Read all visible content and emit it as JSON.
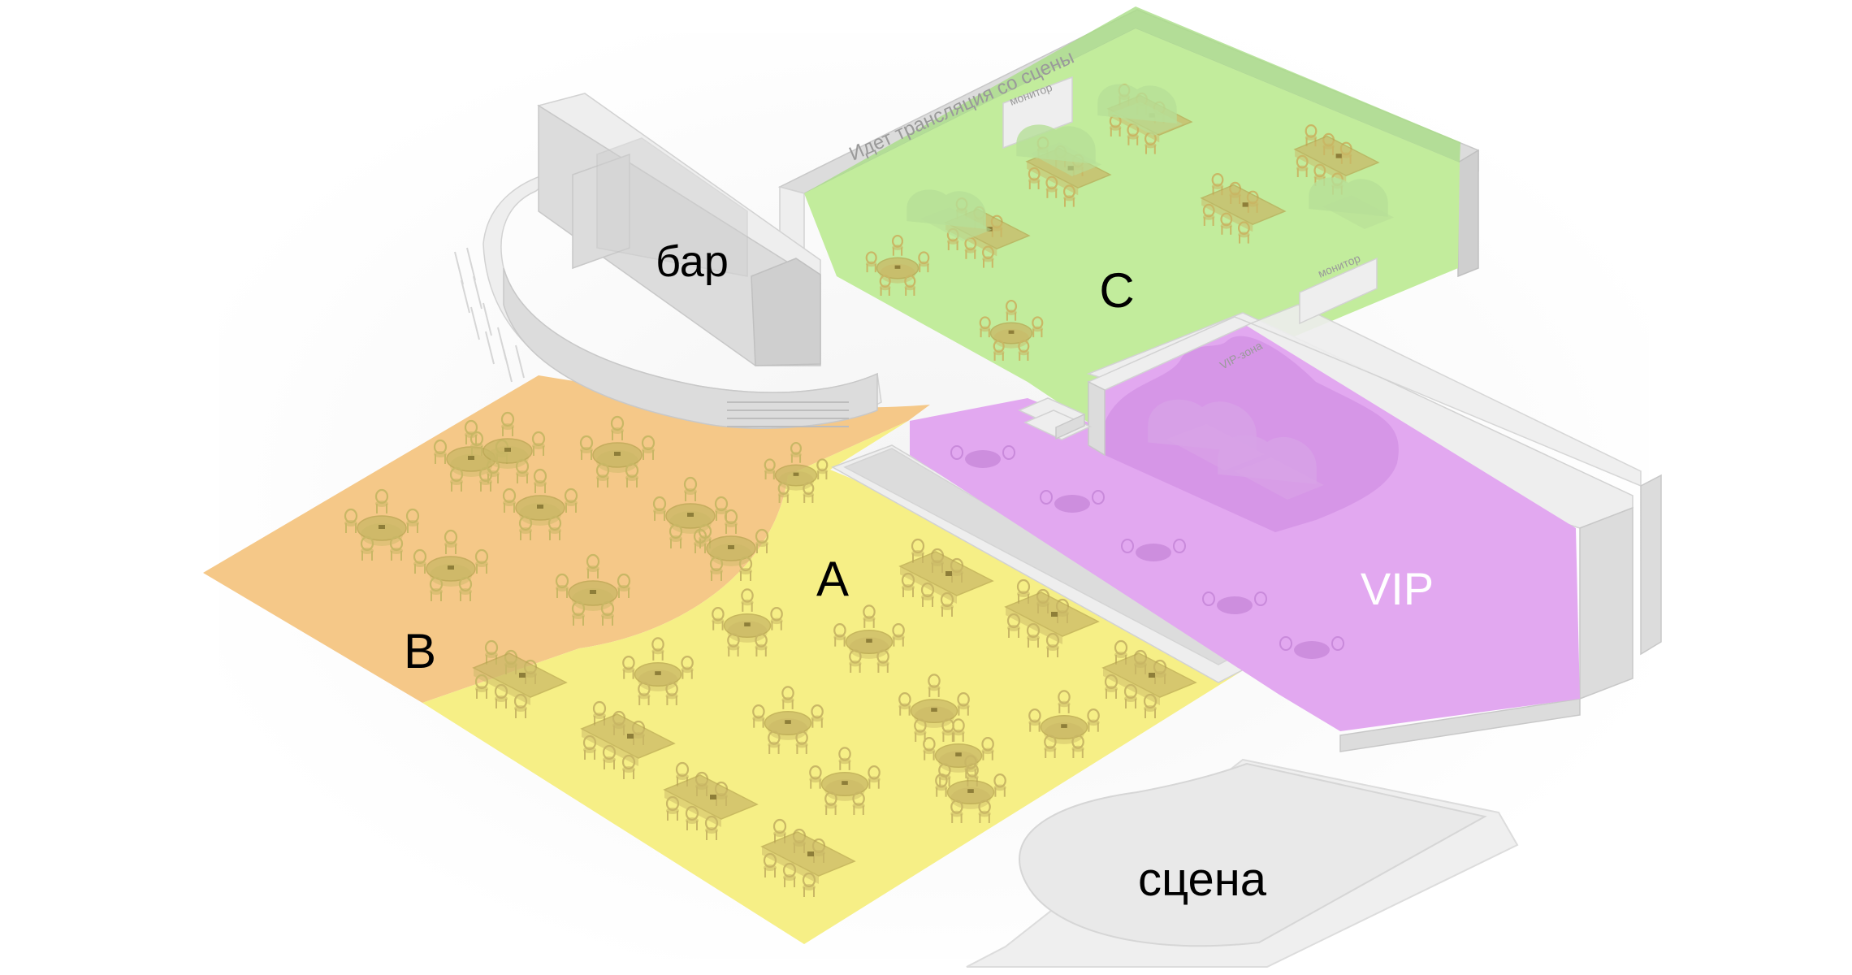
{
  "map": {
    "zones": {
      "a": {
        "label": "A",
        "color": "#f6ef86"
      },
      "b": {
        "label": "B",
        "color": "#f5c888"
      },
      "c": {
        "label": "C",
        "color": "#c2ec9c"
      },
      "vip": {
        "label": "VIP",
        "color": "#e2a8f0"
      }
    },
    "areas": {
      "bar": {
        "label": "бар"
      },
      "stage": {
        "label": "сцена"
      }
    },
    "signs": {
      "broadcast": "Идет трансляция со сцены",
      "monitor_top": "монитор",
      "monitor_right": "монитор",
      "vip_zone": "VIP-зона"
    },
    "colors": {
      "wall": "#e6e6e6",
      "furniture": "#c9b765",
      "background": "#ffffff"
    }
  }
}
